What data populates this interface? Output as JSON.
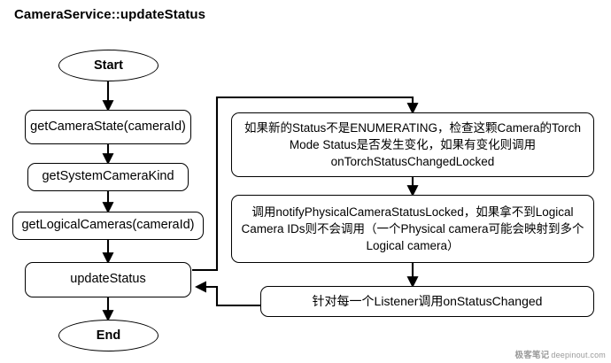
{
  "title": "CameraService::updateStatus",
  "nodes": {
    "start": "Start",
    "get_camera_state": "getCameraState(cameraId)",
    "get_system_camera_kind": "getSystemCameraKind",
    "get_logical_cameras": "getLogicalCameras(cameraId)",
    "update_status": "updateStatus",
    "end": "End",
    "torch_note": "如果新的Status不是ENUMERATING，检查这颗Camera的Torch Mode Status是否发生变化，如果有变化则调用onTorchStatusChangedLocked",
    "notify_physical_note": "调用notifyPhysicalCameraStatusLocked，如果拿不到Logical Camera IDs则不会调用（一个Physical camera可能会映射到多个Logical camera）",
    "listener_note": "针对每一个Listener调用onStatusChanged"
  },
  "watermark": {
    "brand": "极客笔记",
    "site": "deepinout.com"
  },
  "style": {
    "stroke": "#000000",
    "fill": "#ffffff",
    "text": "#000000"
  }
}
